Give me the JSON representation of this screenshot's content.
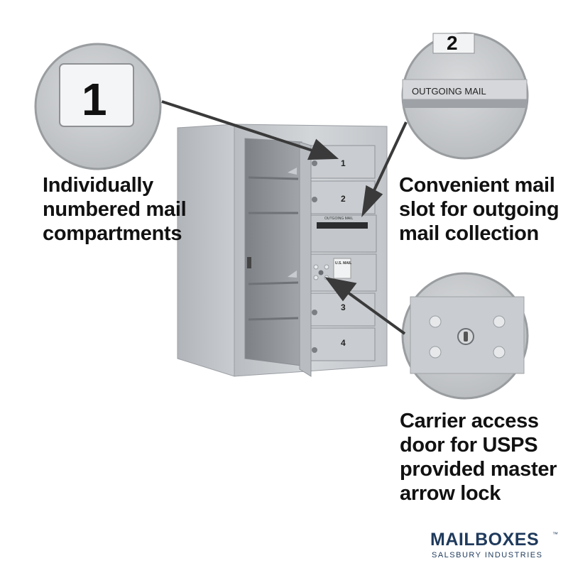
{
  "callouts": {
    "left": {
      "lines": [
        "Individually",
        "numbered mail",
        "compartments"
      ],
      "zoom_label": "1"
    },
    "top_right": {
      "lines": [
        "Convenient mail",
        "slot for outgoing",
        "mail collection"
      ],
      "zoom_number": "2",
      "zoom_label": "OUTGOING MAIL"
    },
    "bottom_right": {
      "lines": [
        "Carrier access",
        "door for USPS",
        "provided master",
        "arrow lock"
      ]
    }
  },
  "mailbox": {
    "door_numbers": [
      "1",
      "2",
      "3",
      "4"
    ],
    "slot_label": "OUTGOING MAIL",
    "carrier_label": "U.S. MAIL"
  },
  "logo": {
    "main": "MAILBOXES",
    "sub": "SALSBURY INDUSTRIES",
    "tm": "™"
  },
  "colors": {
    "aluminum": "#c8cbce",
    "aluminum_dark": "#9ea3a8",
    "text": "#111111",
    "brand": "#1f3a5c"
  }
}
